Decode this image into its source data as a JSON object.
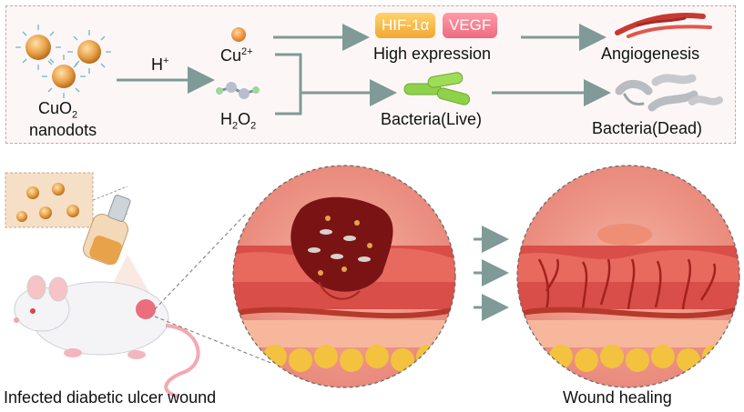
{
  "top": {
    "cuo2_label": "CuO",
    "cuo2_sub": "2",
    "cuo2_label2": "nanodots",
    "h_plus": "H",
    "h_plus_sup": "+",
    "cu_label": "Cu",
    "cu_sup": "2+",
    "h2o2_a": "H",
    "h2o2_sub1": "2",
    "h2o2_b": "O",
    "h2o2_sub2": "2",
    "hif_label": "HIF-1α",
    "vegf_label": "VEGF",
    "high_expression": "High expression",
    "angiogenesis": "Angiogenesis",
    "bacteria_live": "Bacteria(Live)",
    "bacteria_dead": "Bacteria(Dead)"
  },
  "bottom": {
    "left_caption": "Infected diabetic ulcer wound",
    "right_caption": "Wound healing"
  },
  "colors": {
    "arrow": "#7f9a97",
    "nanodot": "#e8a24a",
    "copper": "#f28a2c",
    "bacteria_live": "#8fd14b",
    "skin": "#e26a5c",
    "fat": "#f3c23f",
    "wound": "#7a1414"
  }
}
